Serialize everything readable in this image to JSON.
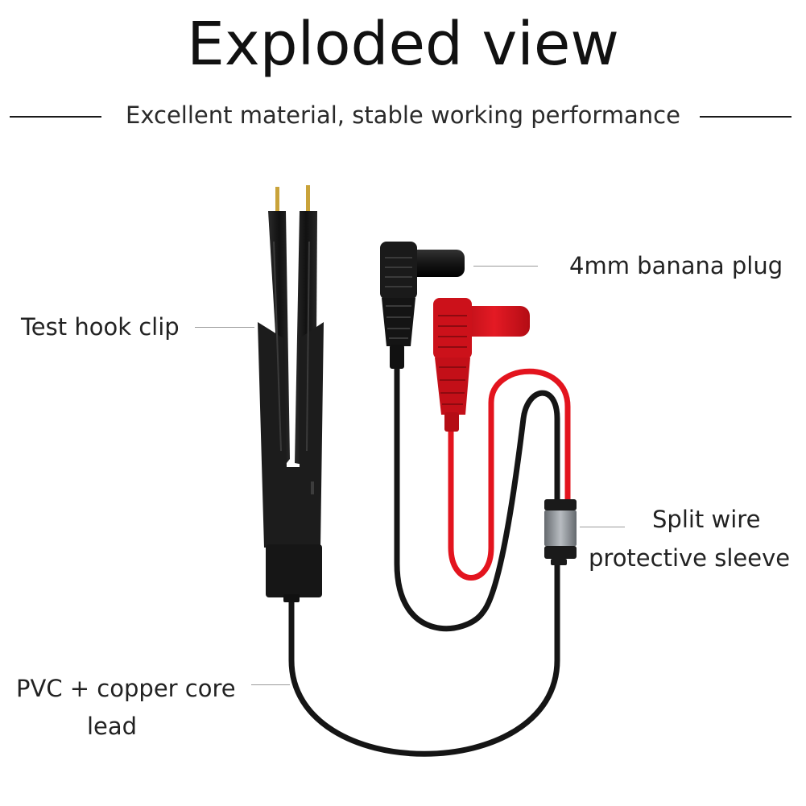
{
  "header": {
    "title": "Exploded view",
    "subtitle": "Excellent material, stable working performance"
  },
  "callouts": {
    "test_hook_clip": "Test hook clip",
    "banana_plug": "4mm banana plug",
    "split_wire_line1": "Split wire",
    "split_wire_line2": "protective sleeve",
    "pvc_lead_line1": "PVC + copper core",
    "pvc_lead_line2": "lead"
  },
  "colors": {
    "black_part": "#1b1b1b",
    "red_part": "#d8121b",
    "gold_tip": "#c9a33a",
    "sleeve": "#8a8f94"
  }
}
